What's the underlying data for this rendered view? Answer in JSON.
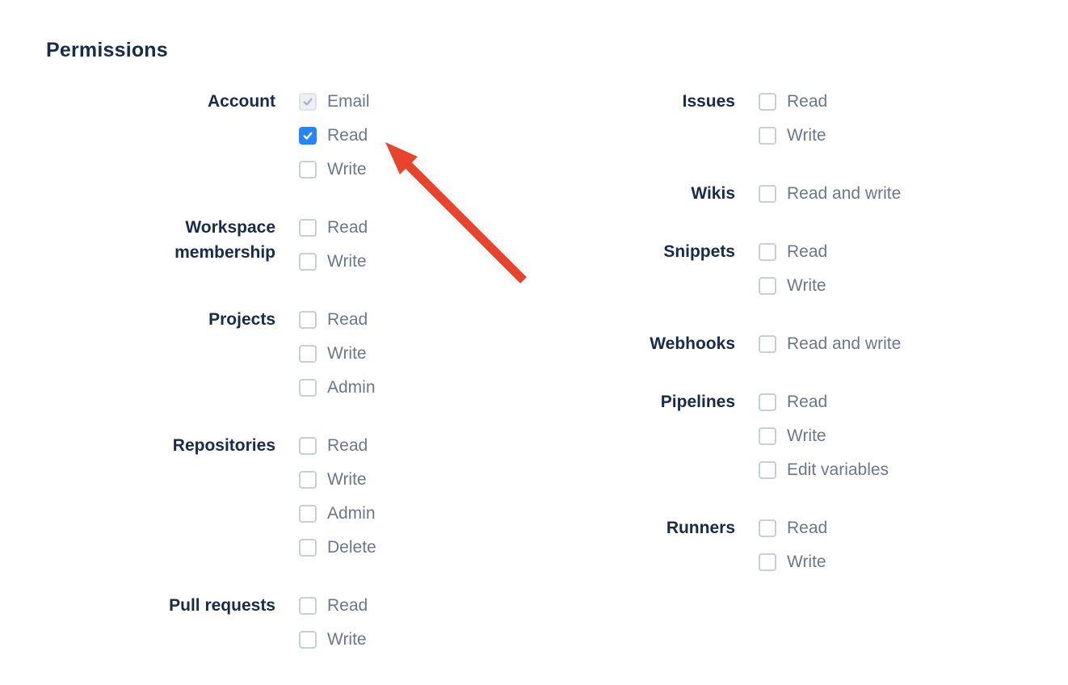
{
  "heading": "Permissions",
  "colors": {
    "heading_text": "#172B4D",
    "group_label_text": "#172B4D",
    "option_text": "#6B778C",
    "checkbox_border": "#C9CED8",
    "checkbox_checked_bg": "#2684FF",
    "checkbox_disabled_bg": "#EDEFF2",
    "checkbox_disabled_border": "#DFE2E8",
    "checkbox_disabled_check": "#AEB6C2",
    "arrow": "#E8432C"
  },
  "columns": [
    {
      "groups": [
        {
          "label": "Account",
          "options": [
            {
              "label": "Email",
              "state": "checked-disabled"
            },
            {
              "label": "Read",
              "state": "checked"
            },
            {
              "label": "Write",
              "state": "unchecked"
            }
          ]
        },
        {
          "label": "Workspace membership",
          "options": [
            {
              "label": "Read",
              "state": "unchecked"
            },
            {
              "label": "Write",
              "state": "unchecked"
            }
          ]
        },
        {
          "label": "Projects",
          "options": [
            {
              "label": "Read",
              "state": "unchecked"
            },
            {
              "label": "Write",
              "state": "unchecked"
            },
            {
              "label": "Admin",
              "state": "unchecked"
            }
          ]
        },
        {
          "label": "Repositories",
          "options": [
            {
              "label": "Read",
              "state": "unchecked"
            },
            {
              "label": "Write",
              "state": "unchecked"
            },
            {
              "label": "Admin",
              "state": "unchecked"
            },
            {
              "label": "Delete",
              "state": "unchecked"
            }
          ]
        },
        {
          "label": "Pull requests",
          "options": [
            {
              "label": "Read",
              "state": "unchecked"
            },
            {
              "label": "Write",
              "state": "unchecked"
            }
          ]
        }
      ]
    },
    {
      "groups": [
        {
          "label": "Issues",
          "options": [
            {
              "label": "Read",
              "state": "unchecked"
            },
            {
              "label": "Write",
              "state": "unchecked"
            }
          ]
        },
        {
          "label": "Wikis",
          "options": [
            {
              "label": "Read and write",
              "state": "unchecked"
            }
          ]
        },
        {
          "label": "Snippets",
          "options": [
            {
              "label": "Read",
              "state": "unchecked"
            },
            {
              "label": "Write",
              "state": "unchecked"
            }
          ]
        },
        {
          "label": "Webhooks",
          "options": [
            {
              "label": "Read and write",
              "state": "unchecked"
            }
          ]
        },
        {
          "label": "Pipelines",
          "options": [
            {
              "label": "Read",
              "state": "unchecked"
            },
            {
              "label": "Write",
              "state": "unchecked"
            },
            {
              "label": "Edit variables",
              "state": "unchecked"
            }
          ]
        },
        {
          "label": "Runners",
          "options": [
            {
              "label": "Read",
              "state": "unchecked"
            },
            {
              "label": "Write",
              "state": "unchecked"
            }
          ]
        }
      ]
    }
  ],
  "annotation": {
    "type": "red-arrow",
    "points_at": "Account Read checkbox"
  }
}
